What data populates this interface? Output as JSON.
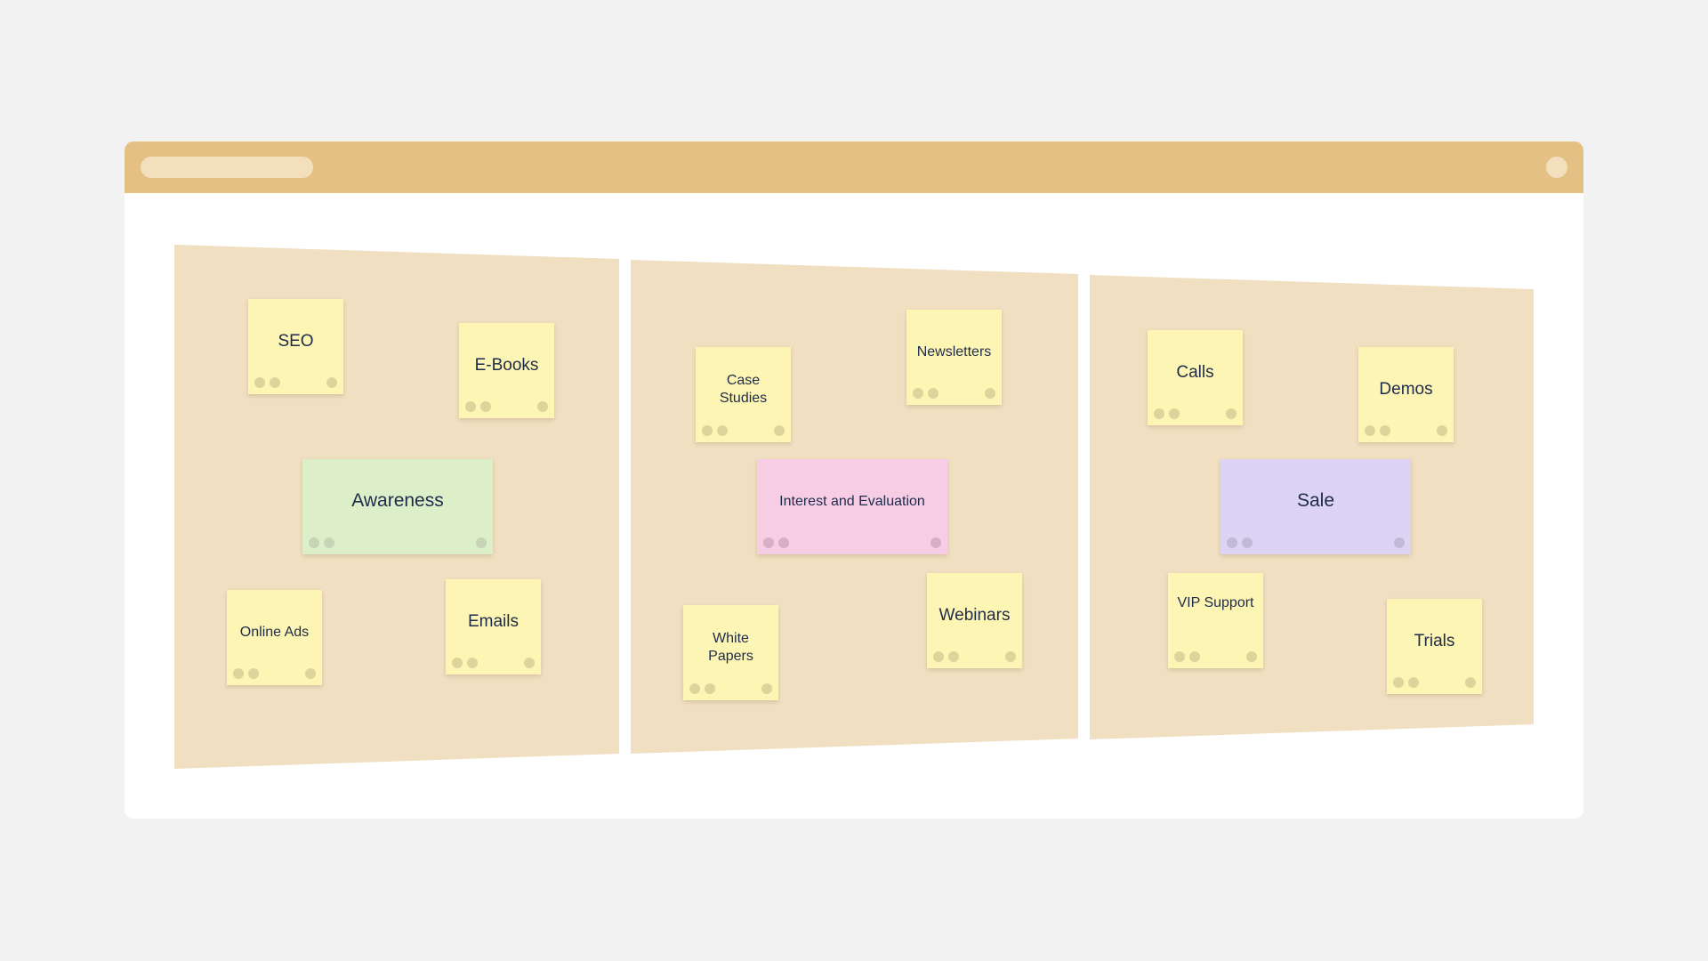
{
  "colors": {
    "background": "#f2f2f2",
    "titlebar": "#e4c085",
    "column": "#f0dfc0",
    "sticky_yellow": "#fdf5b4",
    "sticky_green": "#dcefc9",
    "sticky_pink": "#f7cde6",
    "sticky_purple": "#ddd3f5",
    "text": "#1f2b4a"
  },
  "board": {
    "columns": [
      {
        "notes": [
          {
            "label": "SEO",
            "color": "yellow"
          },
          {
            "label": "E-Books",
            "color": "yellow"
          },
          {
            "label": "Awareness",
            "color": "green"
          },
          {
            "label": "Online Ads",
            "color": "yellow"
          },
          {
            "label": "Emails",
            "color": "yellow"
          }
        ]
      },
      {
        "notes": [
          {
            "label": "Case Studies",
            "color": "yellow"
          },
          {
            "label": "Newsletters",
            "color": "yellow"
          },
          {
            "label": "Interest and Evaluation",
            "color": "pink"
          },
          {
            "label": "White Papers",
            "color": "yellow"
          },
          {
            "label": "Webinars",
            "color": "yellow"
          }
        ]
      },
      {
        "notes": [
          {
            "label": "Calls",
            "color": "yellow"
          },
          {
            "label": "Demos",
            "color": "yellow"
          },
          {
            "label": "Sale",
            "color": "purple"
          },
          {
            "label": "VIP Support",
            "color": "yellow"
          },
          {
            "label": "Trials",
            "color": "yellow"
          }
        ]
      }
    ]
  }
}
